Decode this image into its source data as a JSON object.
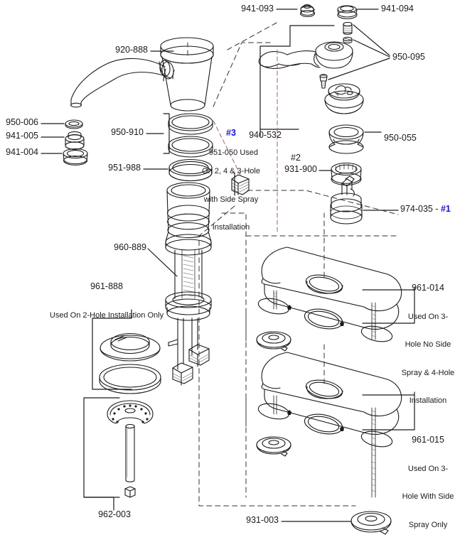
{
  "diagram": {
    "title": "Faucet Exploded Parts Diagram",
    "background": "#ffffff",
    "line_color": "#1a1a1a",
    "ref_color": "#1414d8"
  },
  "labels": {
    "spout_body": "920-888",
    "aerator_screen": "950-006",
    "aerator_insert": "941-005",
    "aerator_housing": "941-004",
    "orings_950910": "950-910",
    "oring_951988": "951-988",
    "ref3_tag": "#3",
    "ref3_part": "951-050",
    "ref3_note": " Used",
    "ref3_line2": "On 2, 4 & 3-Hole",
    "ref3_line3": "with Side Spray",
    "ref3_line4": "Installation",
    "button_941093": "941-093",
    "cap_941094": "941-094",
    "screws_950095": "950-095",
    "handle_940532": "940-532",
    "bonnet_950055": "950-055",
    "ref2_tag": "#2",
    "retainer_931900": "931-900",
    "cartridge_974035": "974-035",
    "cartridge_dash": " - ",
    "ref1_tag": "#1",
    "washer_960889": "960-889",
    "kit_961888": "961-888",
    "kit_961888_note": "Used On 2-Hole Installation Only",
    "kit_962003": "962-003",
    "plate_961014": "961-014",
    "plate_961014_l2": "Used On 3-",
    "plate_961014_l3": "Hole No Side",
    "plate_961014_l4": "Spray & 4-Hole",
    "plate_961014_l5": "Installation",
    "plate_961015": "961-015",
    "plate_961015_l2": "Used On 3-",
    "plate_961015_l3": "Hole With Side",
    "plate_961015_l4": "Spray Only",
    "cap_931003": "931-003"
  }
}
